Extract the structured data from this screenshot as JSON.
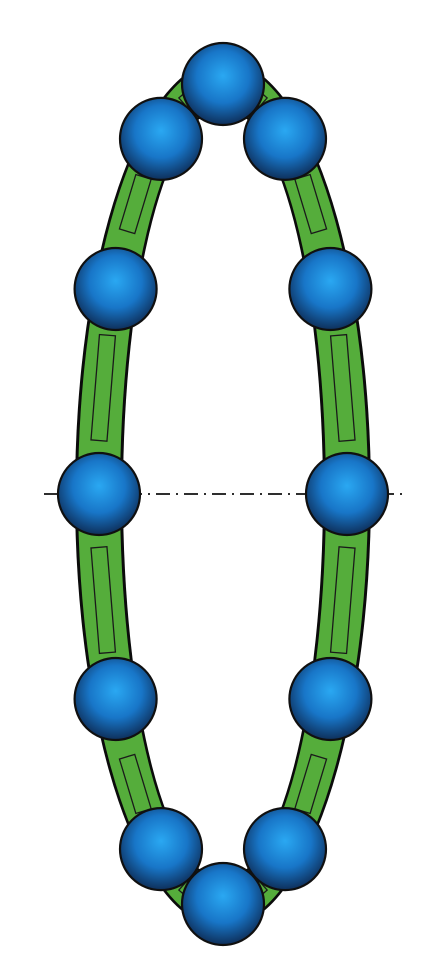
{
  "diagram": {
    "type": "bead-chain-loop",
    "ball_count": 12,
    "slot_count": 12,
    "has_centerline": true,
    "centerline_style": "dash-dot",
    "colors": {
      "belt_fill": "#55ad3b",
      "belt_outline": "#0b0b0b",
      "ball_edge": "#0e2f5a",
      "ball_mid": "#1876c8",
      "ball_highlight": "#2aa8f2",
      "ball_outline": "#101010",
      "slot_line": "#1a1a1a",
      "centerline": "#111111",
      "background": "#ffffff"
    }
  }
}
